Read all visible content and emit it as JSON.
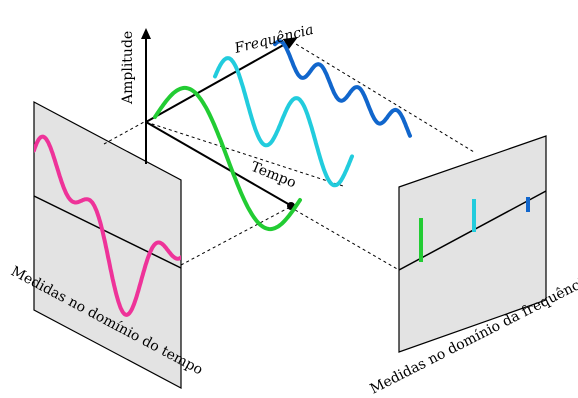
{
  "labels": {
    "amplitude": "Amplitude",
    "frequency": "Frequência",
    "time": "Tempo",
    "time_domain": "Medidas no domínio do tempo",
    "frequency_domain": "Medidas no domínio da frequência"
  },
  "colors": {
    "background": "#ffffff",
    "panel_fill": "#e3e3e3",
    "line": "#000000",
    "wave_low": "#22cc33",
    "wave_mid": "#22ccdd",
    "wave_high": "#1166cc",
    "time_signal": "#ee3399"
  }
}
